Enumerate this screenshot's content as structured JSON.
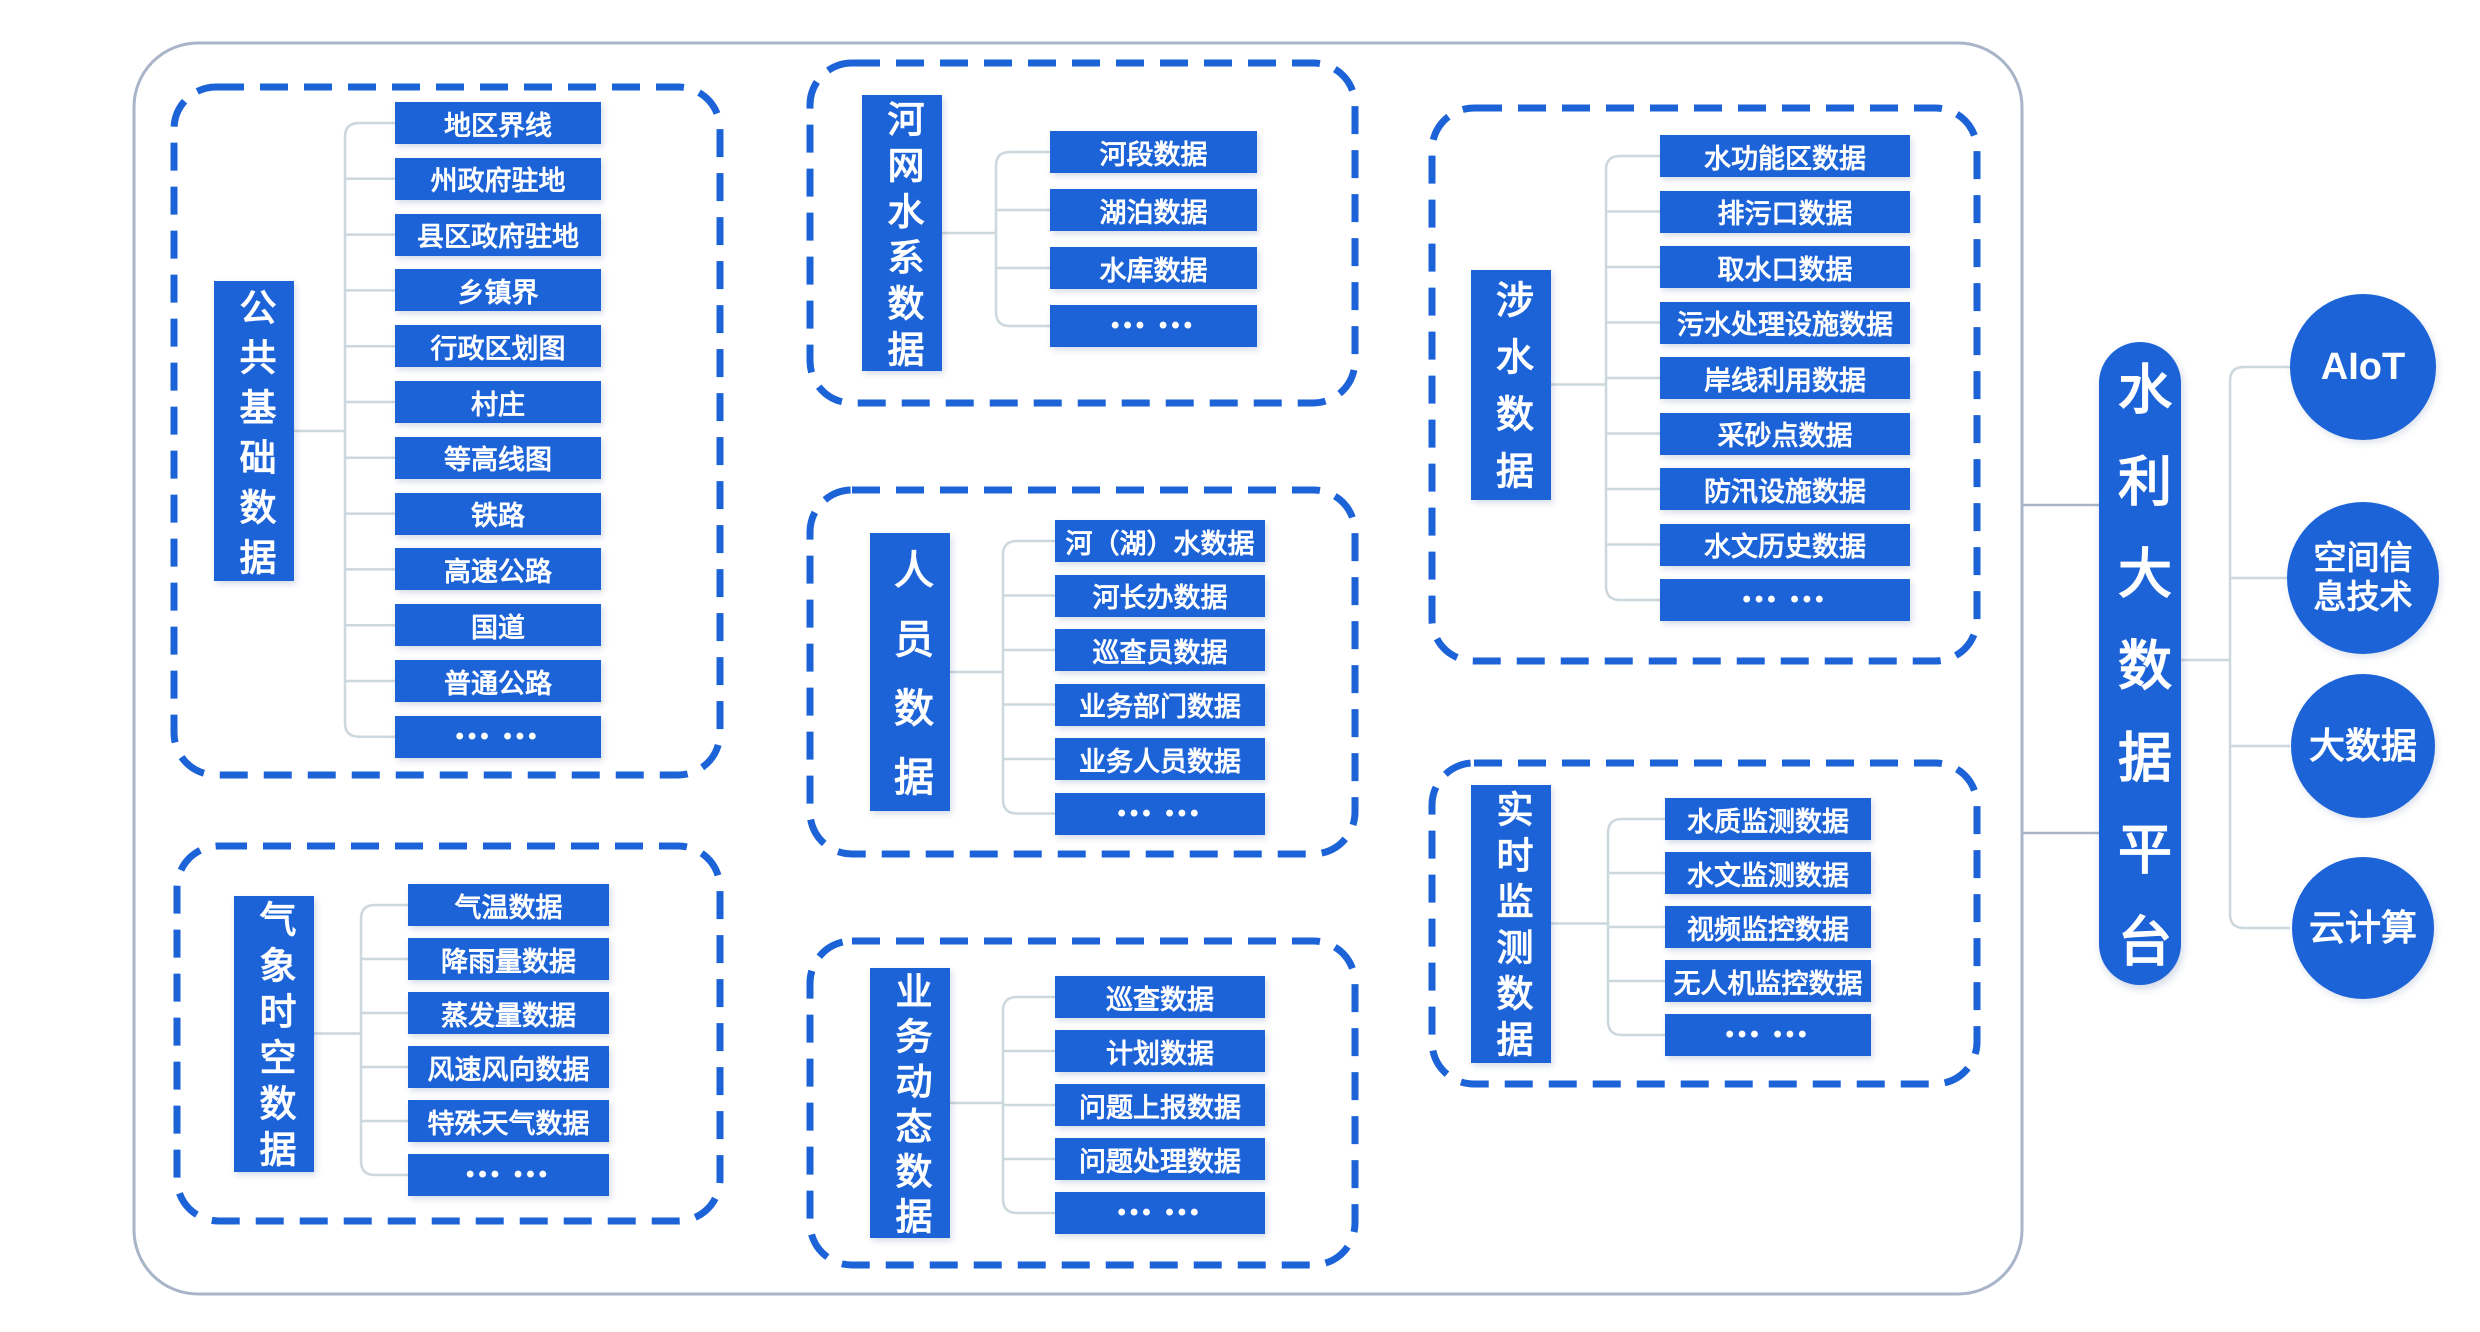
{
  "platform": {
    "label": "水利大数据平台"
  },
  "groups": [
    {
      "label": "公共基础数据",
      "items": [
        "地区界线",
        "州政府驻地",
        "县区政府驻地",
        "乡镇界",
        "行政区划图",
        "村庄",
        "等高线图",
        "铁路",
        "高速公路",
        "国道",
        "普通公路",
        "••• •••"
      ]
    },
    {
      "label": "河网水系数据",
      "items": [
        "河段数据",
        "湖泊数据",
        "水库数据",
        "••• •••"
      ]
    },
    {
      "label": "涉水数据",
      "items": [
        "水功能区数据",
        "排污口数据",
        "取水口数据",
        "污水处理设施数据",
        "岸线利用数据",
        "采砂点数据",
        "防汛设施数据",
        "水文历史数据",
        "••• •••"
      ]
    },
    {
      "label": "人员数据",
      "items": [
        "河（湖）水数据",
        "河长办数据",
        "巡查员数据",
        "业务部门数据",
        "业务人员数据",
        "••• •••"
      ]
    },
    {
      "label": "气象时空数据",
      "items": [
        "气温数据",
        "降雨量数据",
        "蒸发量数据",
        "风速风向数据",
        "特殊天气数据",
        "••• •••"
      ]
    },
    {
      "label": "业务动态数据",
      "items": [
        "巡查数据",
        "计划数据",
        "问题上报数据",
        "问题处理数据",
        "••• •••"
      ]
    },
    {
      "label": "实时监测数据",
      "items": [
        "水质监测数据",
        "水文监测数据",
        "视频监控数据",
        "无人机监控数据",
        "••• •••"
      ]
    }
  ],
  "tech_nodes": [
    {
      "label": "AIoT"
    },
    {
      "label": "空间信息技术"
    },
    {
      "label": "大数据"
    },
    {
      "label": "云计算"
    }
  ],
  "colors": {
    "primary": "#1d63d8",
    "connector": "#cdd8de",
    "frame": "#a9b4c8",
    "node_text": "#ffffff"
  }
}
